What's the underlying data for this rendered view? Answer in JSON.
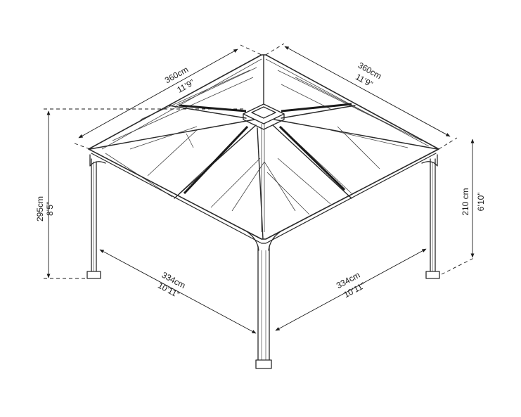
{
  "dimensions": {
    "roof_left": {
      "metric": "360cm",
      "imperial": "11’9”"
    },
    "roof_right": {
      "metric": "360cm",
      "imperial": "11’9”"
    },
    "base_left": {
      "metric": "334cm",
      "imperial": "10’11”"
    },
    "base_right": {
      "metric": "334cm",
      "imperial": "10’11”"
    },
    "total_height": {
      "metric": "295cm",
      "imperial": "8’5”"
    },
    "eave_height": {
      "metric": "210 cm",
      "imperial": "6’10”"
    }
  }
}
